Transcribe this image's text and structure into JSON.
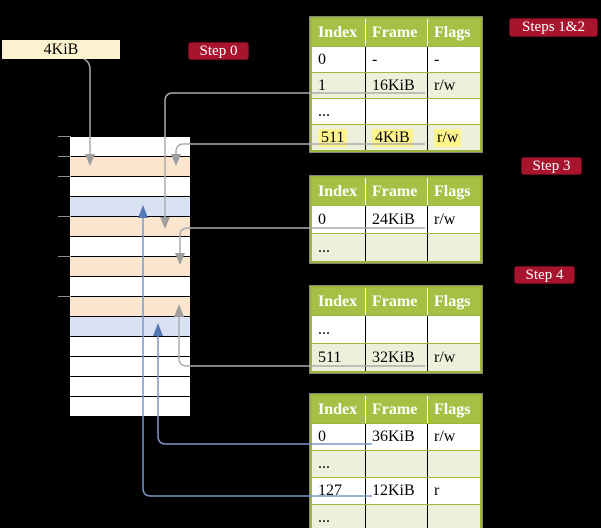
{
  "palette": {
    "background": "#000000",
    "badge_red": "#A8132E",
    "table_green": "#A5C045",
    "row_light_green": "#EDF1DC",
    "highlight_yellow": "#FEF48B",
    "frame_box_cream": "#FCF2CF",
    "pagetable_peach": "#FBE5CE",
    "datapage_blue": "#D9E2F3",
    "connector_gray": "#ABABAB",
    "connector_blue": "#7B96C8"
  },
  "root_pointer": {
    "label": "4KiB"
  },
  "badges": {
    "step0": "Step 0",
    "steps12": "Steps 1&2",
    "step3": "Step 3",
    "step4": "Step 4"
  },
  "memory": {
    "rows": [
      {
        "kind": "empty"
      },
      {
        "kind": "pagetable"
      },
      {
        "kind": "empty"
      },
      {
        "kind": "datapage"
      },
      {
        "kind": "pagetable"
      },
      {
        "kind": "empty"
      },
      {
        "kind": "pagetable"
      },
      {
        "kind": "empty"
      },
      {
        "kind": "pagetable"
      },
      {
        "kind": "datapage"
      },
      {
        "kind": "empty"
      },
      {
        "kind": "empty"
      },
      {
        "kind": "empty"
      },
      {
        "kind": "empty"
      }
    ]
  },
  "tables": [
    {
      "id": "level-0",
      "headers": [
        "Index",
        "Frame",
        "Flags"
      ],
      "rows": [
        {
          "cells": [
            "0",
            "-",
            "-"
          ],
          "shade": false,
          "highlight": false
        },
        {
          "cells": [
            "1",
            "16KiB",
            "r/w"
          ],
          "shade": true,
          "highlight": false
        },
        {
          "cells": [
            "...",
            "",
            ""
          ],
          "shade": false,
          "highlight": false
        },
        {
          "cells": [
            "511",
            "4KiB",
            "r/w"
          ],
          "shade": true,
          "highlight": true
        }
      ]
    },
    {
      "id": "level-1",
      "headers": [
        "Index",
        "Frame",
        "Flags"
      ],
      "rows": [
        {
          "cells": [
            "0",
            "24KiB",
            "r/w"
          ],
          "shade": false,
          "highlight": false
        },
        {
          "cells": [
            "...",
            "",
            ""
          ],
          "shade": true,
          "highlight": false
        }
      ]
    },
    {
      "id": "level-2",
      "headers": [
        "Index",
        "Frame",
        "Flags"
      ],
      "rows": [
        {
          "cells": [
            "...",
            "",
            ""
          ],
          "shade": false,
          "highlight": false
        },
        {
          "cells": [
            "511",
            "32KiB",
            "r/w"
          ],
          "shade": true,
          "highlight": false
        }
      ]
    },
    {
      "id": "level-3",
      "headers": [
        "Index",
        "Frame",
        "Flags"
      ],
      "rows": [
        {
          "cells": [
            "0",
            "36KiB",
            "r/w"
          ],
          "shade": false,
          "highlight": false
        },
        {
          "cells": [
            "...",
            "",
            ""
          ],
          "shade": true,
          "highlight": false
        },
        {
          "cells": [
            "127",
            "12KiB",
            "r"
          ],
          "shade": false,
          "highlight": false
        },
        {
          "cells": [
            "...",
            "",
            ""
          ],
          "shade": true,
          "highlight": false
        }
      ]
    }
  ]
}
